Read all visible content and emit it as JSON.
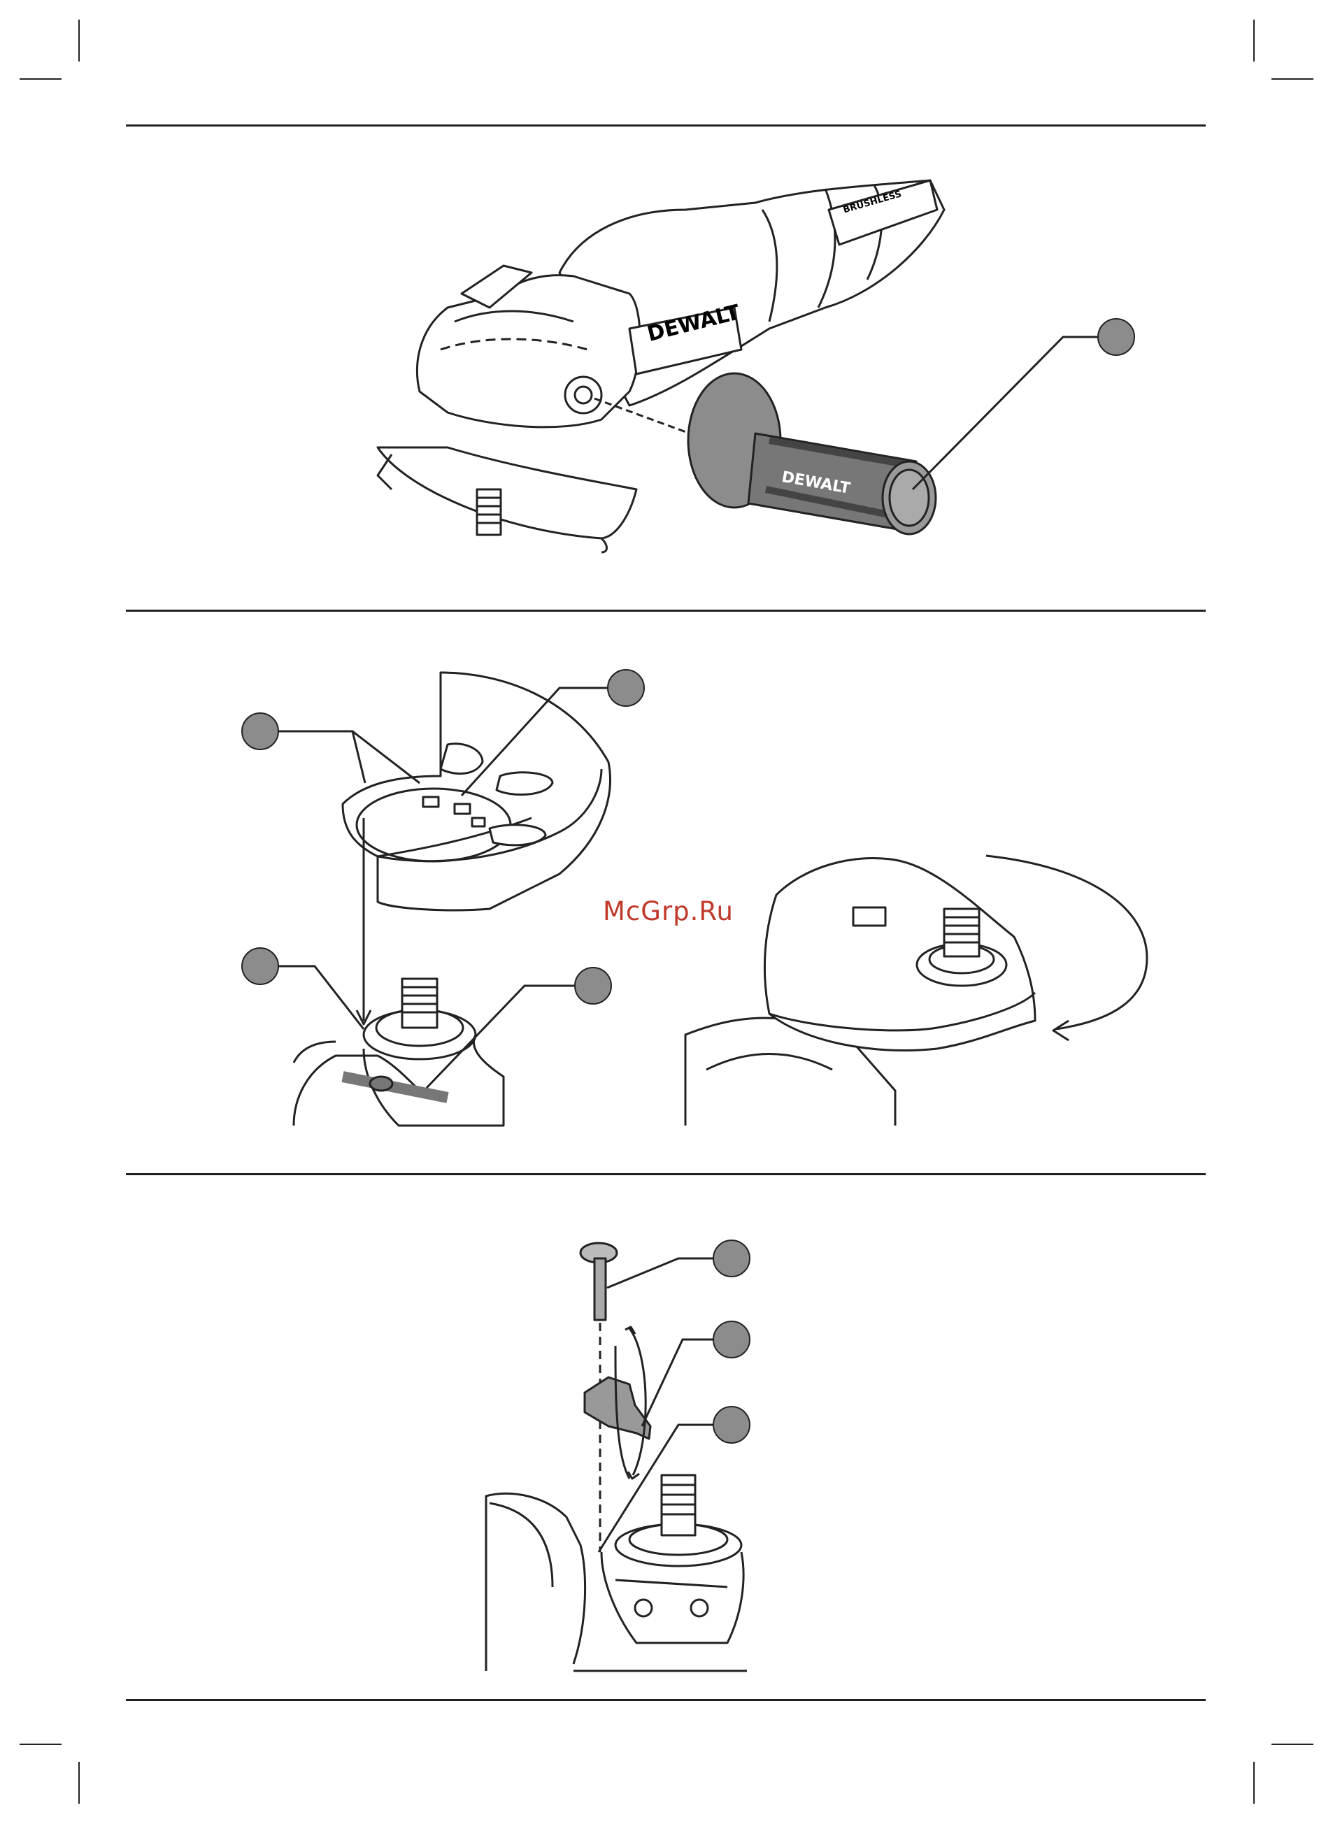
{
  "watermark": {
    "text": "McGrp.Ru",
    "color": "#c0392b"
  },
  "figures": [
    {
      "name": "side-handle-installation",
      "brand": "DEWALT",
      "badge": "BRUSHLESS",
      "handle_brand": "DEWALT"
    },
    {
      "name": "guard-installation"
    },
    {
      "name": "guard-pin-adjustment"
    }
  ],
  "colors": {
    "line": "#222222",
    "callout_fill": "#8c8c8c",
    "handle_fill": "#777777"
  }
}
